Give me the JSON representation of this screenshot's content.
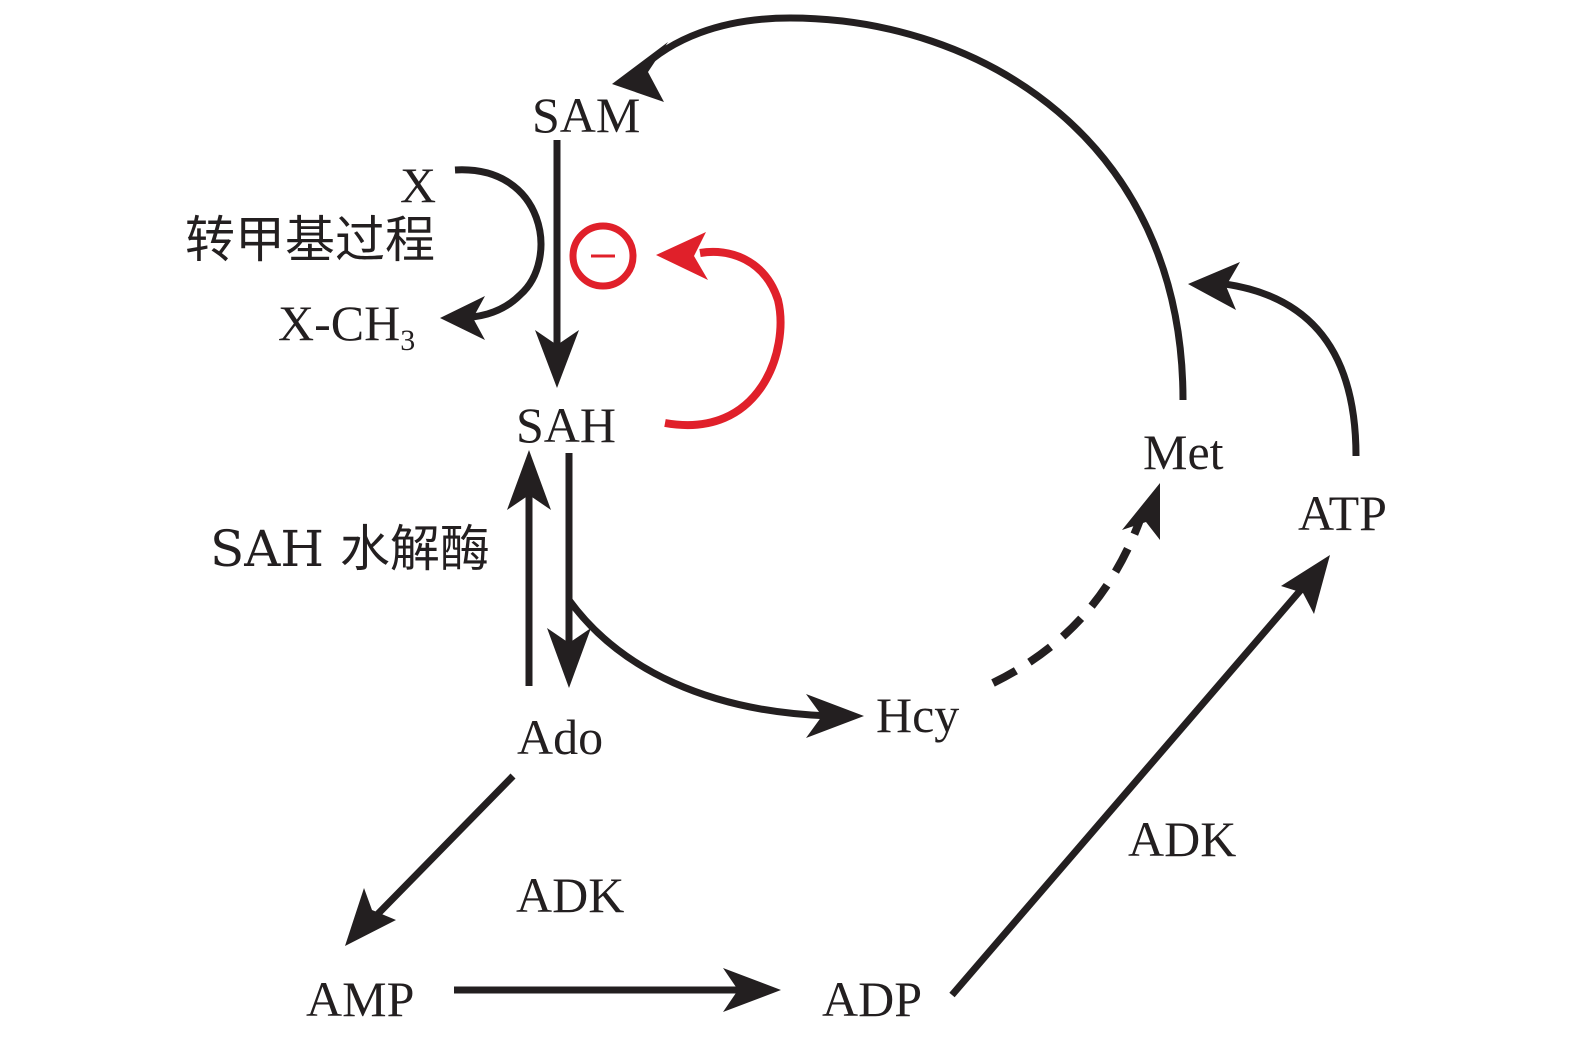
{
  "nodes": {
    "sam": "SAM",
    "sah": "SAH",
    "ado": "Ado",
    "hcy": "Hcy",
    "met": "Met",
    "atp": "ATP",
    "amp": "AMP",
    "adp": "ADP",
    "x": "X",
    "xch3_main": "X-CH",
    "xch3_sub": "3"
  },
  "labels": {
    "transmethylation": "转甲基过程",
    "sah_hydrolase": "SAH 水解酶",
    "adk_left": "ADK",
    "adk_right": "ADK"
  },
  "colors": {
    "arrow": "#231f20",
    "inhibition": "#e0202a"
  }
}
